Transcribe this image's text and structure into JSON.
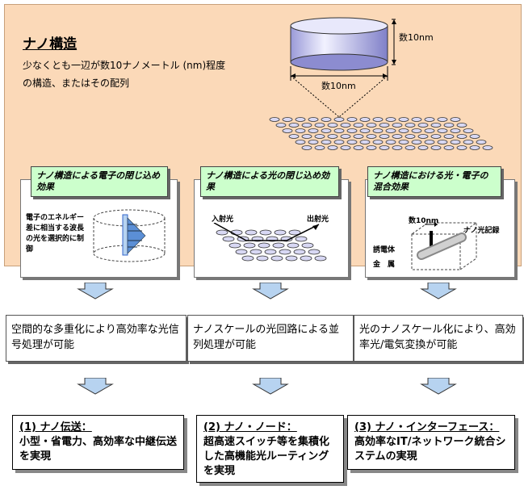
{
  "header": {
    "title": "ナノ構造",
    "subtitle": "少なくとも一辺が数10ナノメートル (nm)程度の構造、またはその配列",
    "height_label": "数10nm",
    "width_label": "数10nm"
  },
  "sections": [
    {
      "heading": "ナノ構造による電子の閉じ込め効果",
      "note": "電子のエネルギー差に相当する波長の光を選択的に制御",
      "result": "空間的な多重化により高効率な光信号処理が可能",
      "final_head": "(1) ナノ伝送：",
      "final_body": "小型・省電力、高効率な中継伝送を実現"
    },
    {
      "heading": "ナノ構造による光の閉じ込め効果",
      "in_label": "入射光",
      "out_label": "出射光",
      "result": "ナノスケールの光回路による並列処理が可能",
      "final_head": "(2) ナノ・ノード：",
      "final_body": "超高速スイッチ等を集積化した高機能光ルーティングを実現"
    },
    {
      "heading": "ナノ構造における光・電子の混合効果",
      "dim_label": "数10nm",
      "memory_label": "ナノ光記録",
      "dielectric_label": "誘電体",
      "metal_label": "金　属",
      "result": "光のナノスケール化により、高効率光/電気変換が可能",
      "final_head": "(3) ナノ・インターフェース：",
      "final_body": "高効率なIT/ネットワーク統合システムの実現"
    }
  ],
  "colors": {
    "background_panel": "#fbd9b8",
    "section_heading": "#ccffcc",
    "arrow_fill": "#b7d3f0",
    "cylinder": "#d7d7f5"
  }
}
